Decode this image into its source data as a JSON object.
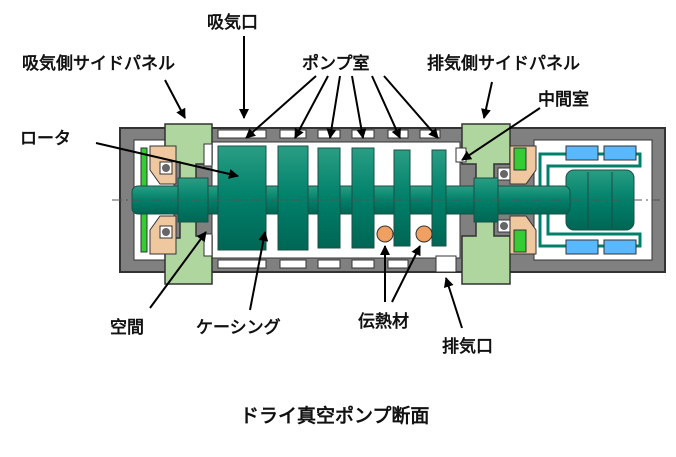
{
  "labels": {
    "intake_port": "吸気口",
    "intake_side_panel": "吸気側サイドパネル",
    "pump_chamber": "ポンプ室",
    "exhaust_side_panel": "排気側サイドパネル",
    "intermediate_chamber": "中間室",
    "rotor": "ロータ",
    "gap": "空間",
    "casing": "ケーシング",
    "heat_transfer_material": "伝熱材",
    "exhaust_port": "排気口"
  },
  "caption": "ドライ真空ポンプ断面",
  "colors": {
    "casing": "#808080",
    "rotor": "#00806a",
    "side_panel": "#b0d6a0",
    "bearing": "#f0c8a0",
    "seal": "#33cc33",
    "motor_coil": "#5ab8ff",
    "heat_pipe": "#f0a060"
  }
}
